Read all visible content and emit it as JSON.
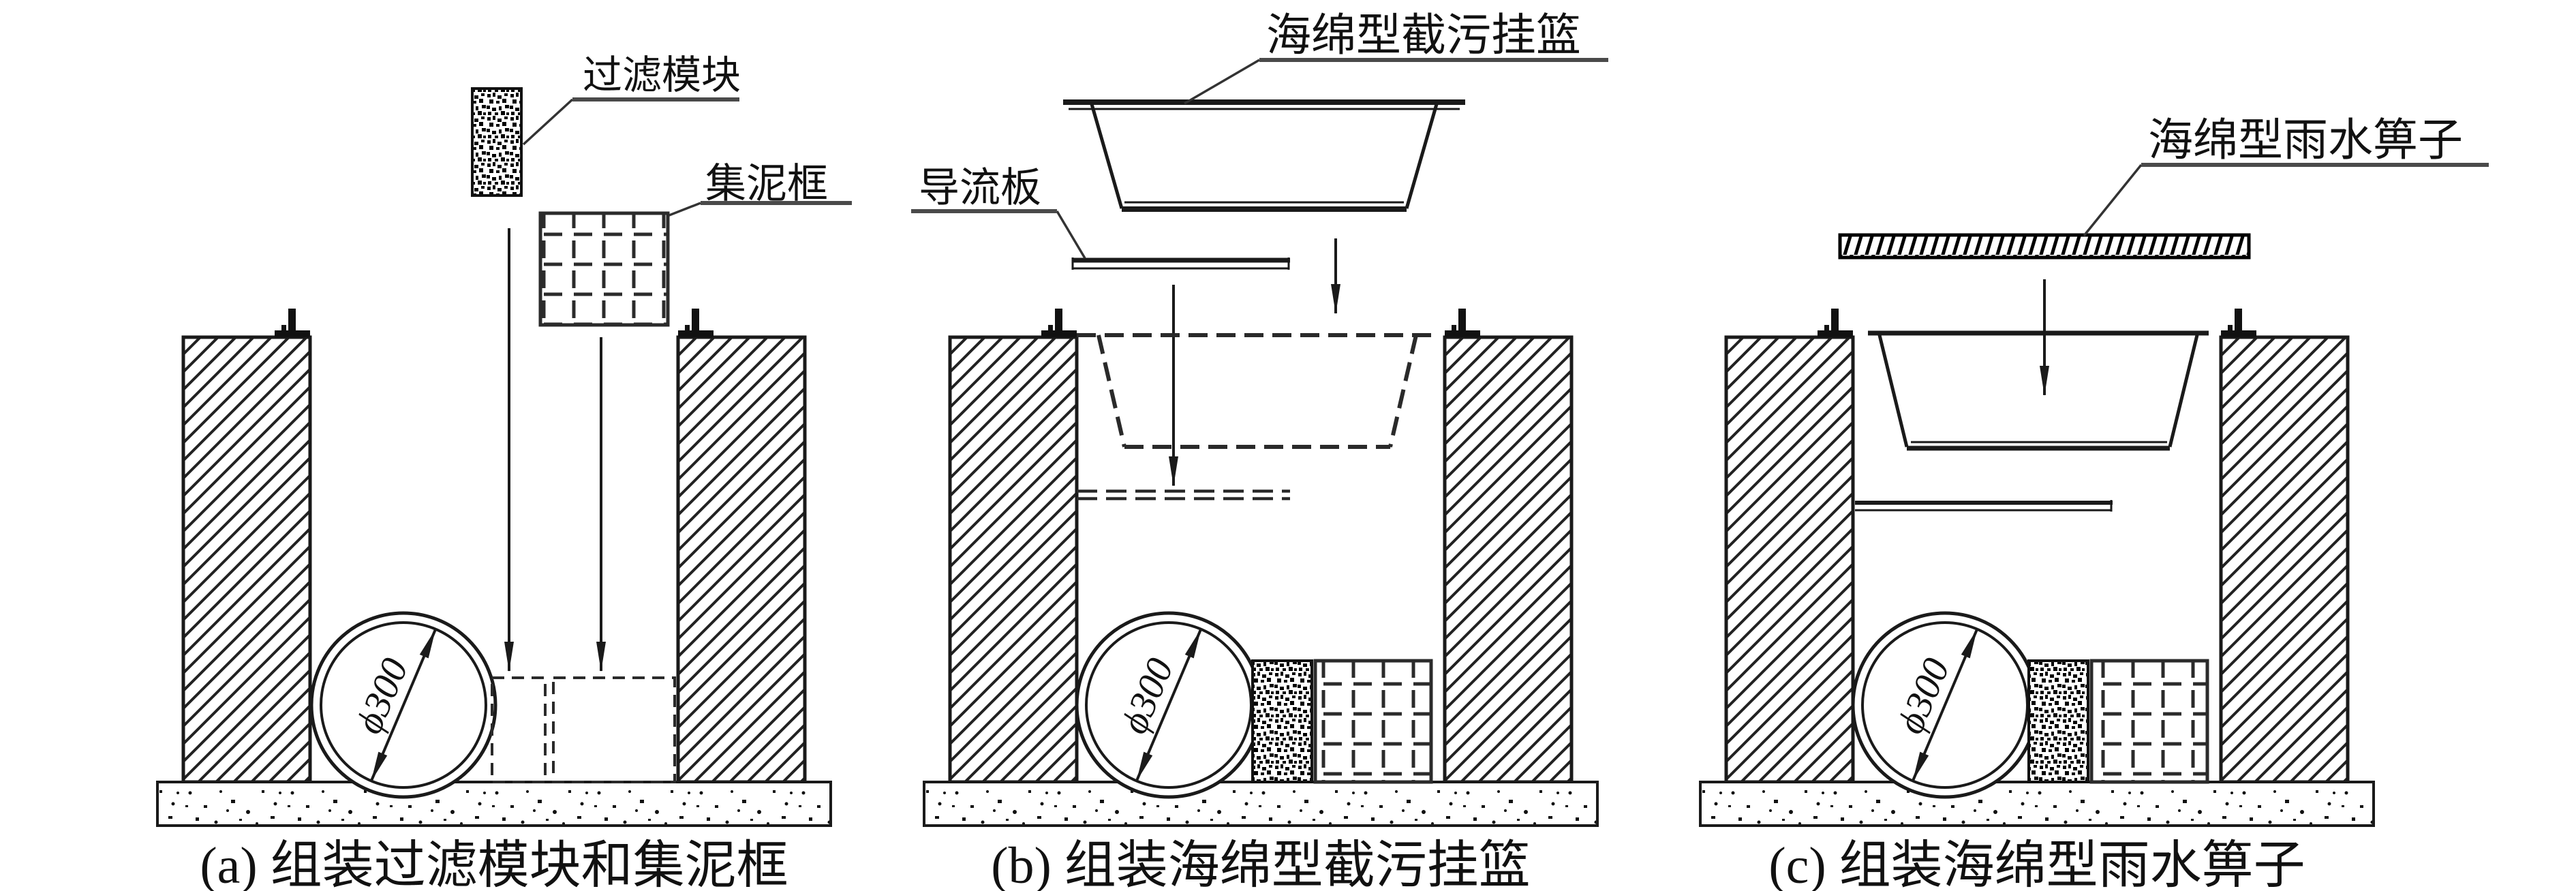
{
  "figure": {
    "background": "#ffffff",
    "ink": "#1a1a1a",
    "panels": [
      {
        "id": "a",
        "caption": "(a) 组装过滤模块和集泥框",
        "callouts": {
          "filter_module": "过滤模块",
          "mud_frame": "集泥框"
        },
        "pipe_label": "ϕ300"
      },
      {
        "id": "b",
        "caption": "(b) 组装海绵型截污挂篮",
        "callouts": {
          "basket": "海绵型截污挂篮",
          "deflector": "导流板"
        },
        "pipe_label": "ϕ300"
      },
      {
        "id": "c",
        "caption": "(c) 组装海绵型雨水箅子",
        "callouts": {
          "grate": "海绵型雨水箅子"
        },
        "pipe_label": "ϕ300"
      }
    ]
  }
}
